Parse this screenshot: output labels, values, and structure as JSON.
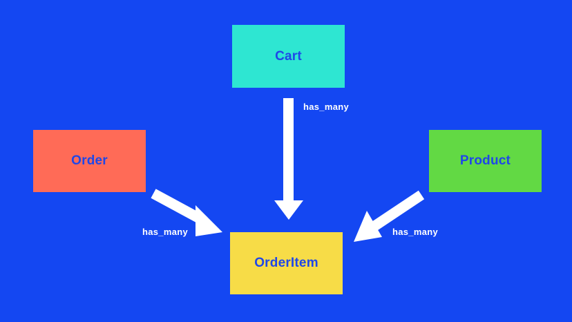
{
  "diagram": {
    "background": "#1447f2",
    "text_color": "#1f47e8",
    "arrow_color": "#ffffff",
    "nodes": {
      "cart": {
        "label": "Cart",
        "color": "#2ee6d2"
      },
      "order": {
        "label": "Order",
        "color": "#ff6b57"
      },
      "product": {
        "label": "Product",
        "color": "#62d944"
      },
      "orderitem": {
        "label": "OrderItem",
        "color": "#f7dc47"
      }
    },
    "edges": {
      "cart_to_orderitem": {
        "label": "has_many"
      },
      "order_to_orderitem": {
        "label": "has_many"
      },
      "product_to_orderitem": {
        "label": "has_many"
      }
    }
  }
}
